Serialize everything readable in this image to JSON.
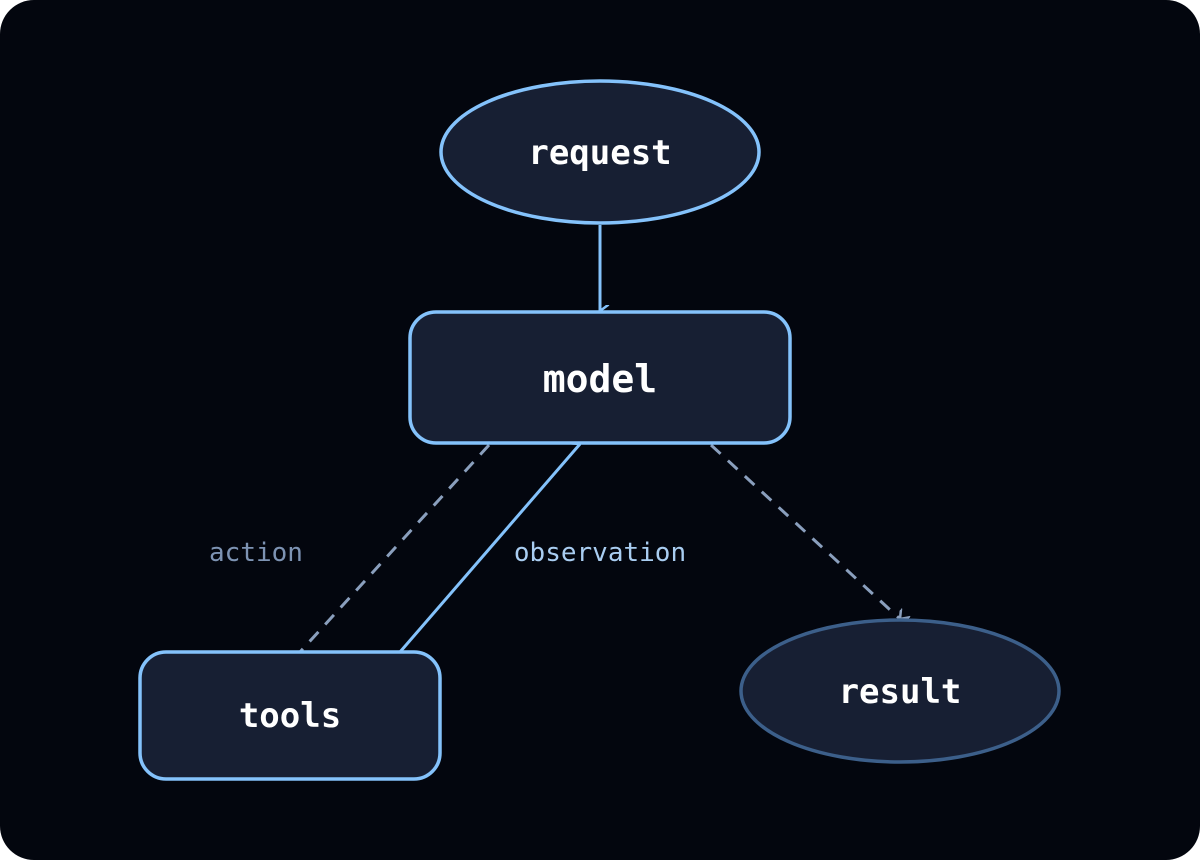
{
  "colors": {
    "background": "#03060e",
    "node_fill": "#171f33",
    "node_stroke": "#84c2fb",
    "result_stroke": "#3c5f8a",
    "solid_edge": "#84c2fb",
    "dashed_edge": "#8a9fbd",
    "action_text": "#7d93b3",
    "observation_text": "#a9cdf1",
    "node_text": "#ffffff"
  },
  "nodes": {
    "request": {
      "label": "request",
      "shape": "ellipse"
    },
    "model": {
      "label": "model",
      "shape": "rounded-rect"
    },
    "tools": {
      "label": "tools",
      "shape": "rounded-rect"
    },
    "result": {
      "label": "result",
      "shape": "ellipse"
    }
  },
  "edges": [
    {
      "from": "request",
      "to": "model",
      "style": "solid",
      "label": ""
    },
    {
      "from": "model",
      "to": "tools",
      "style": "dashed",
      "label": "action"
    },
    {
      "from": "tools",
      "to": "model",
      "style": "solid",
      "label": "observation"
    },
    {
      "from": "model",
      "to": "result",
      "style": "dashed",
      "label": ""
    }
  ],
  "edge_labels": {
    "action": "action",
    "observation": "observation"
  }
}
